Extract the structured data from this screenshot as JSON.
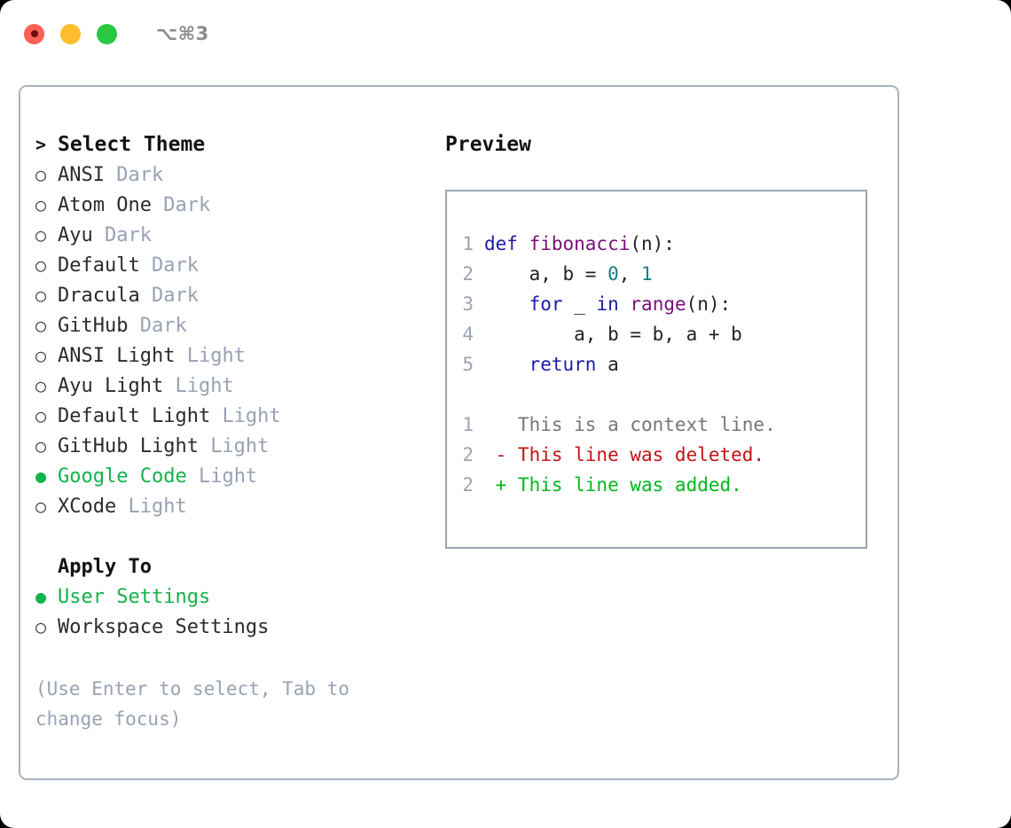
{
  "titlebar": {
    "shortcut": "⌥⌘3",
    "buttons": [
      {
        "name": "close",
        "color": "#ff5f57"
      },
      {
        "name": "minimize",
        "color": "#ffbd2e"
      },
      {
        "name": "maximize",
        "color": "#28c840"
      }
    ]
  },
  "colors": {
    "accent_green": "#12b34a",
    "muted": "#98a2b3",
    "border": "#a9b3c1",
    "keyword": "#1a1aa8",
    "function": "#7b0d7b",
    "number": "#0f8080",
    "diff_add": "#00b81a",
    "diff_del": "#c11414",
    "diff_context": "#767676"
  },
  "theme_picker": {
    "heading_marker": ">",
    "heading": "Select Theme",
    "marker_selected": "●",
    "marker_unselected": "○",
    "items": [
      {
        "name": "ANSI",
        "tag": "Dark",
        "selected": false
      },
      {
        "name": "Atom One",
        "tag": "Dark",
        "selected": false
      },
      {
        "name": "Ayu",
        "tag": "Dark",
        "selected": false
      },
      {
        "name": "Default",
        "tag": "Dark",
        "selected": false
      },
      {
        "name": "Dracula",
        "tag": "Dark",
        "selected": false
      },
      {
        "name": "GitHub",
        "tag": "Dark",
        "selected": false
      },
      {
        "name": "ANSI Light",
        "tag": "Light",
        "selected": false
      },
      {
        "name": "Ayu Light",
        "tag": "Light",
        "selected": false
      },
      {
        "name": "Default Light",
        "tag": "Light",
        "selected": false
      },
      {
        "name": "GitHub Light",
        "tag": "Light",
        "selected": false
      },
      {
        "name": "Google Code",
        "tag": "Light",
        "selected": true
      },
      {
        "name": "XCode",
        "tag": "Light",
        "selected": false
      }
    ]
  },
  "apply_to": {
    "label": "Apply To",
    "items": [
      {
        "name": "User Settings",
        "selected": true
      },
      {
        "name": "Workspace Settings",
        "selected": false
      }
    ]
  },
  "hint": "(Use Enter to select, Tab to change focus)",
  "preview": {
    "title": "Preview",
    "code_lines": [
      {
        "number": "1",
        "tokens": [
          {
            "text": "def ",
            "type": "kw"
          },
          {
            "text": "fibonacci",
            "type": "fn"
          },
          {
            "text": "(n):",
            "type": "plain"
          }
        ]
      },
      {
        "number": "2",
        "tokens": [
          {
            "text": "    a, b = ",
            "type": "plain"
          },
          {
            "text": "0",
            "type": "num"
          },
          {
            "text": ", ",
            "type": "plain"
          },
          {
            "text": "1",
            "type": "num"
          }
        ]
      },
      {
        "number": "3",
        "tokens": [
          {
            "text": "    ",
            "type": "plain"
          },
          {
            "text": "for",
            "type": "kw"
          },
          {
            "text": " _ ",
            "type": "plain"
          },
          {
            "text": "in",
            "type": "kw"
          },
          {
            "text": " ",
            "type": "plain"
          },
          {
            "text": "range",
            "type": "fn"
          },
          {
            "text": "(n):",
            "type": "plain"
          }
        ]
      },
      {
        "number": "4",
        "tokens": [
          {
            "text": "        a, b = b, a + b",
            "type": "plain"
          }
        ]
      },
      {
        "number": "5",
        "tokens": [
          {
            "text": "    ",
            "type": "plain"
          },
          {
            "text": "return",
            "type": "kw"
          },
          {
            "text": " a",
            "type": "plain"
          }
        ]
      }
    ],
    "diff_lines": [
      {
        "number": "1",
        "sign": " ",
        "text": "This is a context line.",
        "kind": "context"
      },
      {
        "number": "2",
        "sign": "-",
        "text": "This line was deleted.",
        "kind": "del"
      },
      {
        "number": "2",
        "sign": "+",
        "text": "This line was added.",
        "kind": "add"
      }
    ]
  }
}
